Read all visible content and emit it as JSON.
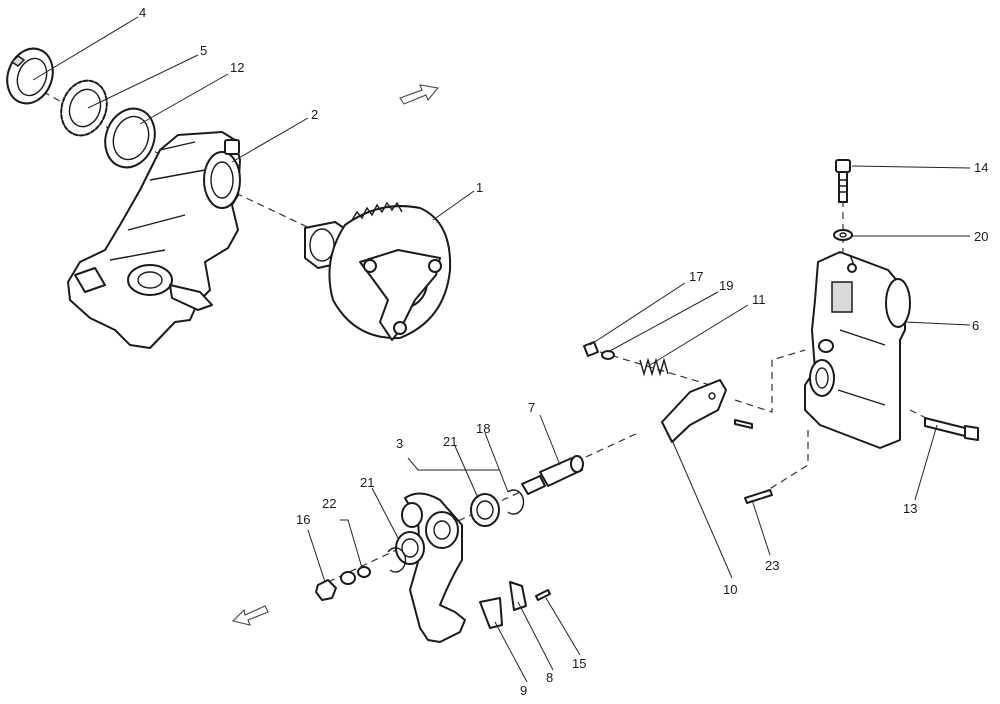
{
  "callouts": [
    {
      "id": "c1",
      "label": "1"
    },
    {
      "id": "c2",
      "label": "2"
    },
    {
      "id": "c3",
      "label": "3"
    },
    {
      "id": "c4",
      "label": "4"
    },
    {
      "id": "c5",
      "label": "5"
    },
    {
      "id": "c6",
      "label": "6"
    },
    {
      "id": "c7",
      "label": "7"
    },
    {
      "id": "c8",
      "label": "8"
    },
    {
      "id": "c9",
      "label": "9"
    },
    {
      "id": "c10",
      "label": "10"
    },
    {
      "id": "c11",
      "label": "11"
    },
    {
      "id": "c12",
      "label": "12"
    },
    {
      "id": "c13",
      "label": "13"
    },
    {
      "id": "c14",
      "label": "14"
    },
    {
      "id": "c15",
      "label": "15"
    },
    {
      "id": "c16",
      "label": "16"
    },
    {
      "id": "c17",
      "label": "17"
    },
    {
      "id": "c18",
      "label": "18"
    },
    {
      "id": "c19",
      "label": "19"
    },
    {
      "id": "c20",
      "label": "20"
    },
    {
      "id": "c21a",
      "label": "21"
    },
    {
      "id": "c21b",
      "label": "21"
    },
    {
      "id": "c22",
      "label": "22"
    },
    {
      "id": "c23",
      "label": "23"
    }
  ],
  "colors": {
    "line": "#1a1a1a",
    "background": "#ffffff",
    "shade": "#d9d9d9"
  }
}
